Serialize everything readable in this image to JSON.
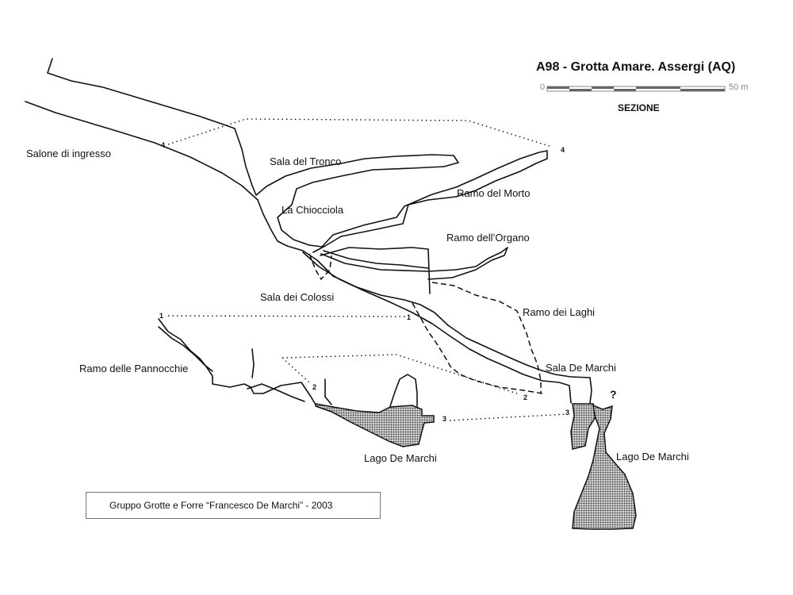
{
  "header": {
    "title": "A98 -  Grotta Amare. Assergi  (AQ)",
    "scale_min": "0",
    "scale_max": "50 m",
    "section_label": "SEZIONE"
  },
  "labels": {
    "salone_ingresso": "Salone di ingresso",
    "sala_tronco": "Sala del Tronco",
    "ramo_morto": "Ramo del Morto",
    "chiocciola": "La Chiocciola",
    "ramo_organo": "Ramo dell’Organo",
    "sala_colossi": "Sala dei Colossi",
    "ramo_laghi": "Ramo dei Laghi",
    "ramo_pannocchie": "Ramo delle Pannocchie",
    "sala_de_marchi": "Sala De Marchi",
    "lago_left": "Lago De Marchi",
    "lago_right": "Lago De Marchi"
  },
  "markers": {
    "m4a": "4",
    "m4b": "4",
    "m1a": "1",
    "m1b": "1",
    "m2a": "2",
    "m2b": "2",
    "m3a": "3",
    "m3b": "3",
    "unknown": "?"
  },
  "credit": "Gruppo Grotte e Forre “Francesco De Marchi” - 2003",
  "colors": {
    "line": "#111111",
    "water_fill": "#9a9a9a",
    "scale_grey": "#888888"
  }
}
